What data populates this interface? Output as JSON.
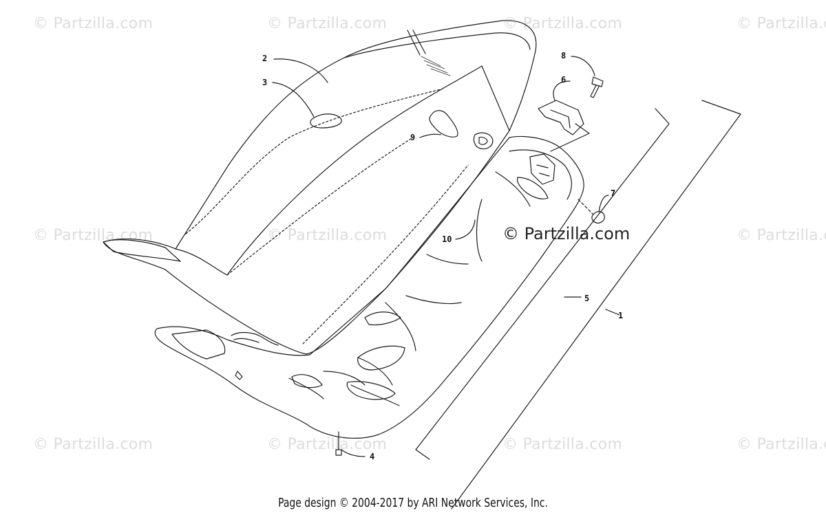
{
  "watermark_text": "© Partzilla.com",
  "center_watermark_text": "© Partzilla.com",
  "footer_text": "Page design © 2004-2017 by ARI Network Services, Inc.",
  "callouts": [
    "1",
    "2",
    "3",
    "4",
    "5",
    "6",
    "7",
    "8",
    "9",
    "10"
  ],
  "colors": {
    "line": "#1a1a1a",
    "watermark": "#dcdcdc",
    "background": "#ffffff"
  }
}
